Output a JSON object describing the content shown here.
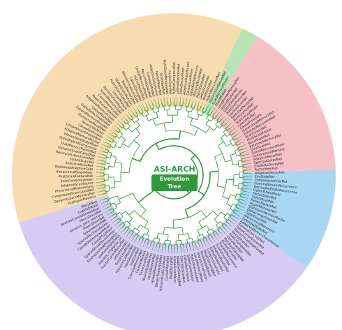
{
  "title": "ASI-ARCH",
  "subtitle": "Evolution Tree",
  "colors": {
    "orange": "#f7dcb1",
    "green": "#b8e3b4",
    "pink": "#f6c1c5",
    "blue": "#a9d7f3",
    "purple": "#d6ccf3",
    "branch": "#2f9a3c"
  },
  "sectors": [
    {
      "name": "orange",
      "start": 163,
      "end": 295
    },
    {
      "name": "green",
      "start": 295,
      "end": 301
    },
    {
      "name": "pink",
      "start": 301,
      "end": 358
    },
    {
      "name": "blue",
      "start": 358,
      "end": 395
    },
    {
      "name": "purple",
      "start": 395,
      "end": 523
    }
  ],
  "leaves": [
    "ExpHyperMemory",
    "DynamicLearnMemoryNet",
    "CompressedScanGatedNet",
    "HierarchicalMixtureGate",
    "AdaptiveScanRouter",
    "ScanCompressMixer",
    "MultiScaleFeatureNet",
    "HierarchicalTokenMixer",
    "MultiHeadAdaptiveGate",
    "SelectiveScanNet",
    "HybridScanNet",
    "RecursiveLatentGateNet",
    "DynamicScaleGatedNet",
    "DualMemoryFusionNet",
    "GatedHybridCompressor",
    "HierarchicalStateMixer",
    "AdaptiveMemoryRouter",
    "LinearSmoothFusionNet",
    "CausalStateGate",
    "ReversibleMixer",
    "ContextualRecallNet",
    "ExpandMemoryEncoder",
    "GatedSelectiveMixNet",
    "CausalRouteNet",
    "AdaptiveMemoryFusion",
    "HyperStateExpander",
    "CausalMemoryNet",
    "HybridMemoryGate",
    "DynamicFlowRouter",
    "CausalMixture",
    "HybridConvGatedNet",
    "GlobalStateMemory",
    "BaseMemoryNet",
    "HierarchicalScanGate",
    "LatentDecayNet",
    "HybridSelectNet",
    "GlobalMemoryRouter",
    "RecurrentStateNet",
    "CompactMixNet",
    "AdaptiveScanFusion",
    "KernelMixerNet",
    "ScaleGateNet",
    "MultiStateMemoryNet",
    "FusionScanNet",
    "HybridCompressNet",
    "LatentAttentionNet",
    "StateDecayMixer",
    "AdaptiveStateRouter",
    "CausalScanMixer",
    "GatedDeltaMemory",
    "MemoryRouterNet",
    "HybridStateNet",
    "DeltaScanGate",
    "MultiGateNet",
    "HybridRecurrentNet",
    "HierarchicalDecayNet",
    "ScanMemoryRouter",
    "StateMixNet",
    "LongRangeMemoryNet",
    "HybridRouterNet",
    "GatedStateRouter",
    "AdaptiveFusionNet",
    "ContextScanNet",
    "SelectiveDecayNet",
    "MemoryFlowNet",
    "ScanDecayRouter",
    "LatentMixNet",
    "CausalFlowGate",
    "HierarchicalMemoryNet",
    "ExtendedRecurrentNet",
    "ScanFusionNet",
    "MultiScaleRouter",
    "RecallGateNet",
    "ExtendedMemoryNet",
    "DualScanNet",
    "GatedRecurrentMixer",
    "CompressedMemory",
    "AdaptiveRecallNet",
    "SpectralGatedNet",
    "ExoStateDecayNet",
    "FactorMemNet",
    "AdaptiveDecayNet",
    "ExoStateNet",
    "CompressiveVsisNet",
    "GammaStreamRecurrence",
    "DecoupledStateRecurrence",
    "HybridStateMixer",
    "FactorStateNet",
    "SelectScanNet",
    "ParamBypassNet",
    "HyperMemoryNet",
    "StateGateMemoryRouter",
    "DeltaCompressorNet",
    "GatedScanNet",
    "HierarchicalRecurrent",
    "ExtendedStateNet",
    "AdaptiveMemoryTransformer",
    "GammaCascadeNet",
    "StateCompressionNet",
    "HierarchicalAdaptiveNet",
    "DecayScanNet",
    "StaticCompressNet",
    "ConvMixerNet",
    "ResidualGatingNet",
    "GlobalDeltaNet",
    "StatefulRecurrence",
    "ScanStreamNet",
    "AdaptiveRouterNet",
    "GatedStreamNet",
    "CompressiveGate",
    "ParamSharingNet",
    "MultiGatedRecall",
    "HierarchicalFusion",
    "LocalMemoryMixer",
    "HybridGammaNet",
    "StateFusionMixer",
    "DeltaRecurrence",
    "CascadeScanNet",
    "AdaptiveGatingNet",
    "GlobalScanMixer",
    "DualDecayNet",
    "CausalStateNet",
    "HierarchicalScanMixer",
    "BinaryTreeGatedNet",
    "HybridMemoryMix",
    "LocalWindowNet",
    "NeuralScanRouter",
    "TimeConvMixer",
    "ContextMixNet",
    "CascadeMemoryNet",
    "LogScanNet",
    "InputAwareNet",
    "HierarchicalMemNet",
    "GraphCoreMixer",
    "OrthoScanNet",
    "FractalCurvedRecurNet",
    "lowrank_ringfactor_nn",
    "LowRankStateDelta",
    "StochasticFieldPropagator",
    "SparseShrinkTransformer",
    "CausalFluxMixer",
    "CausalDilatedGraphMixer",
    "SpectraMixTransformer",
    "SphereNormRNN",
    "SketchMemNet",
    "dynamic_gate_memory",
    "MemoTraceNet",
    "SpectralCausalGraphMixer",
    "LogShiftMixer",
    "WavLMNet"
  ]
}
